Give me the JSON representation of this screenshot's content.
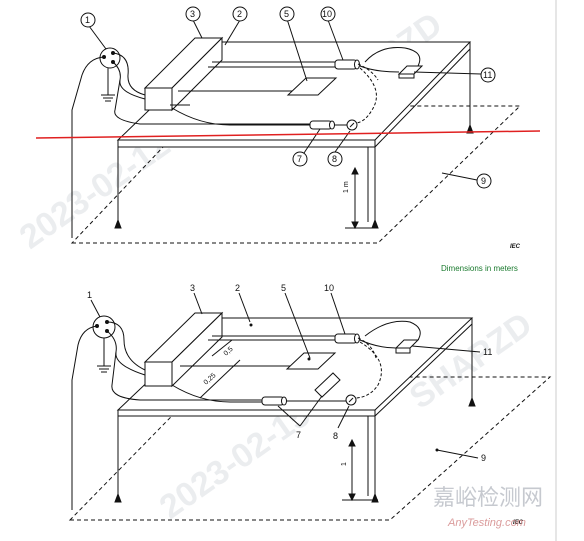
{
  "top_figure": {
    "labels": {
      "l1": "1",
      "l2": "2",
      "l3": "3",
      "l5": "5",
      "l7": "7",
      "l8": "8",
      "l9": "9",
      "l10": "10",
      "l11": "11"
    },
    "height_label": "1 m",
    "iec": "IEC",
    "units_note": "Dimensions in meters"
  },
  "bottom_figure": {
    "labels": {
      "l1": "1",
      "l2": "2",
      "l3": "3",
      "l5": "5",
      "l7": "7",
      "l8": "8",
      "l9": "9",
      "l10": "10",
      "l11": "11"
    },
    "dim_05": "0,5",
    "dim_025": "0,25",
    "height_label": "1",
    "iec": "IEC"
  },
  "watermarks": {
    "brand_cn": "嘉峪检测网",
    "brand_url": "AnyTesting.com",
    "diag1": "2023-02-12",
    "diag2": "SHAPZD",
    "diag3": "2023-02-15",
    "diag4": "SHAPZD"
  },
  "colors": {
    "line": "#111111",
    "red_line": "#e02020",
    "units_green": "#1a7a2e"
  }
}
